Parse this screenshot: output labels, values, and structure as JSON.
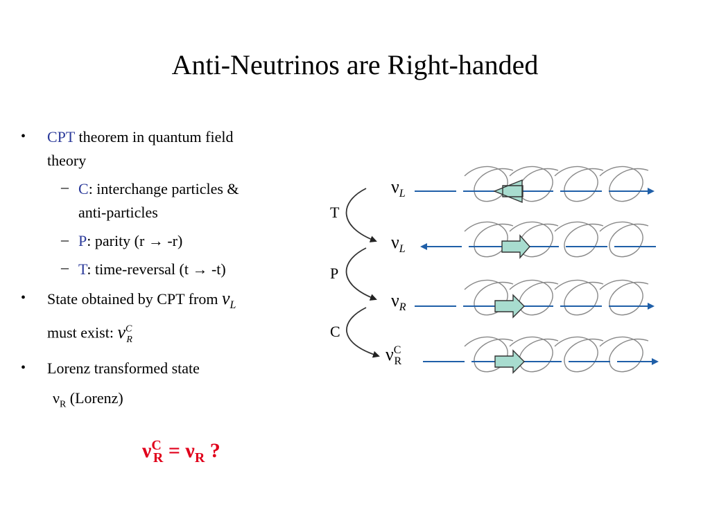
{
  "slide": {
    "title": "Anti-Neutrinos are Right-handed"
  },
  "bullets": {
    "b1_lead": "CPT",
    "b1_rest": " theorem in quantum field",
    "b1_line2": "theory",
    "c_letter": "C",
    "c_text": ": interchange particles &",
    "c_line2": "anti-particles",
    "p_letter": "P",
    "p_text": ": parity (r → -r)",
    "t_letter": "T",
    "t_text": ": time-reversal (t → -t)",
    "b2_text": "State obtained by CPT from",
    "b2_nu": "ν",
    "b2_sub": "L",
    "b2_line2": "must exist:",
    "b2_nu2": "ν",
    "b2_sup2": "C",
    "b2_sub2": "R",
    "b3_text": "Lorenz transformed state",
    "b3_nu": "ν",
    "b3_sub": "R",
    "b3_rest": " (Lorenz)"
  },
  "question": {
    "nu1": "ν",
    "sup1": "C",
    "sub1": "R",
    "mid": " = ν",
    "sub2": "R",
    "end": " ?"
  },
  "diagram": {
    "op_T": "T",
    "op_P": "P",
    "op_C": "C",
    "row1_nu": "ν",
    "row1_sub": "L",
    "row2_nu": "ν",
    "row2_sub": "L",
    "row3_nu": "ν",
    "row3_sub": "R",
    "row4_nu": "ν",
    "row4_sup": "C",
    "row4_sub": "R",
    "line_color": "#1f5fa8",
    "spin_arrow_fill": "#a8dccf"
  }
}
